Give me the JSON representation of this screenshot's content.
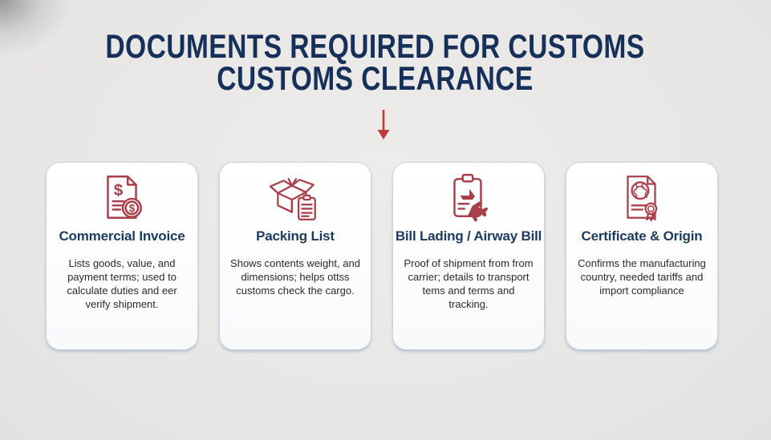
{
  "header": {
    "title_line1": "DOCUMENTS REQUIRED FOR CUSTOMS",
    "title_line2": "CUSTOMS CLEARANCE"
  },
  "arrow": {
    "icon": "down-arrow-icon",
    "color": "#c2393c"
  },
  "colors": {
    "background": "#e9e8e6",
    "title_navy": "#16305a",
    "card_title_navy": "#1d3a5f",
    "icon_red": "#a8404a",
    "card_border": "#ccd5dd",
    "body_text": "#2b2b2b"
  },
  "cards": [
    {
      "icon": "invoice-icon",
      "title": "Commercial Invoice",
      "description": "Lists goods, value, and payment terms; used to calculate duties and eer verify shipment."
    },
    {
      "icon": "packing-list-icon",
      "title": "Packing List",
      "description": "Shows contents weight, and dimensions; helps ottss customs check the cargo."
    },
    {
      "icon": "bill-of-lading-icon",
      "title": "Bill Lading / Airway Bill",
      "description": "Proof of shipment from from carrier; details to transport tems and terms and tracking."
    },
    {
      "icon": "certificate-of-origin-icon",
      "title": "Certificate & Origin",
      "description": "Confirms the manufacturing country, needed tariffs and import compliance"
    }
  ]
}
